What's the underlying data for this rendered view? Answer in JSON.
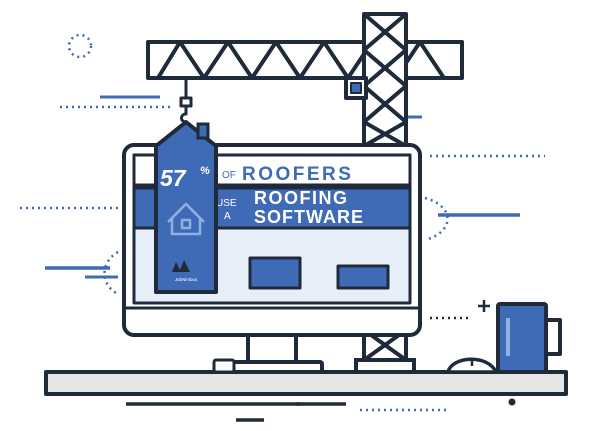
{
  "stat": {
    "number": "57",
    "unit": "%",
    "line1_small": "OF",
    "line1_big": "ROOFERS",
    "line2_small_1": "USE",
    "line2_small_2": "A",
    "line2_big_1": "ROOFING",
    "line2_big_2": "SOFTWARE"
  },
  "brand": {
    "logo_text": "JobNimbus"
  },
  "colors": {
    "navy": "#1f2a3a",
    "blue": "#3f6ab5",
    "light_blue": "#8fb0e0",
    "screen_bg": "#e8eef8",
    "desk": "#e6e6e6"
  },
  "icons": {
    "house": "house-icon",
    "logo": "jobnimbus-logo-icon",
    "crane": "crane-icon",
    "mug": "mug-icon",
    "mouse": "mouse-icon"
  }
}
